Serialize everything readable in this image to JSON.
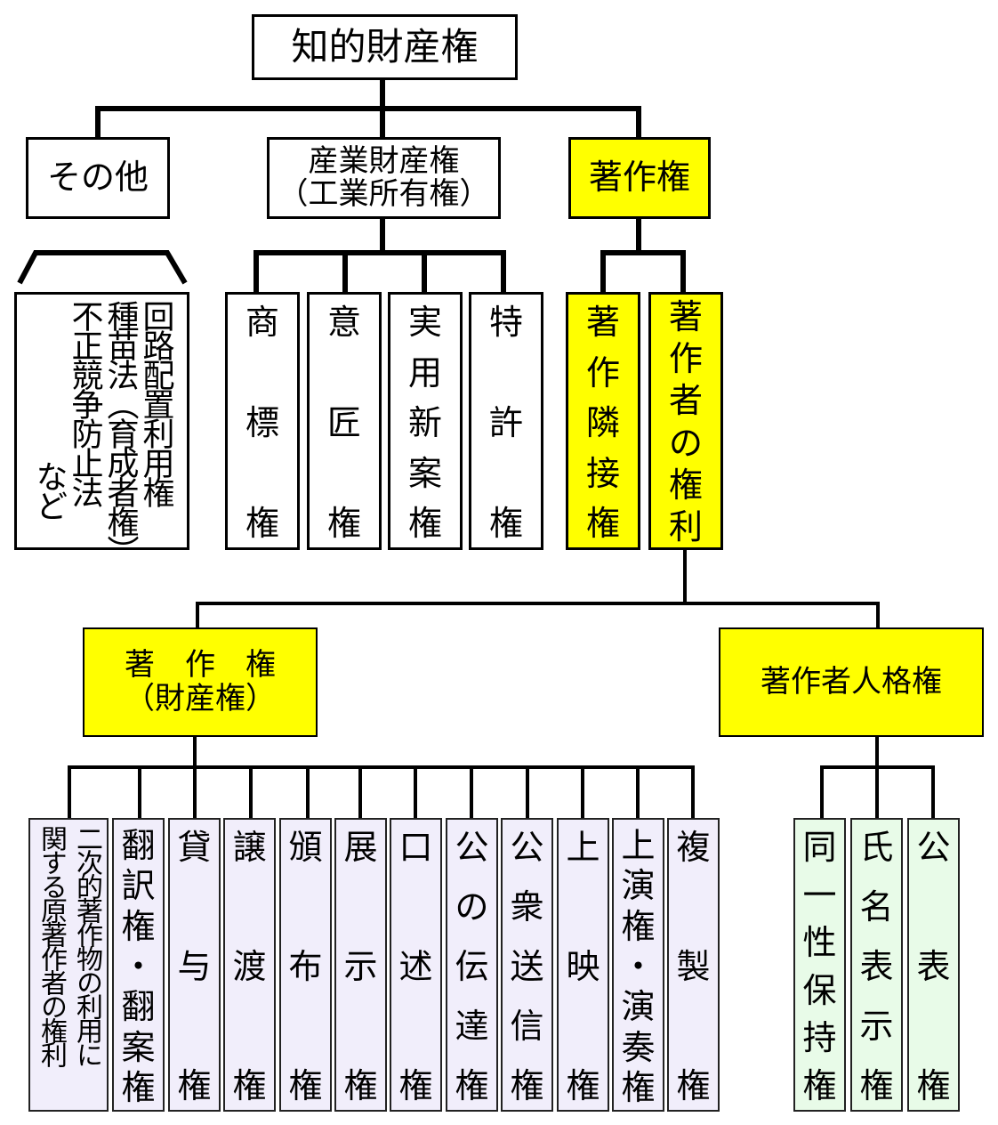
{
  "colors": {
    "line": "#000000",
    "highlight": "#ffff00",
    "economic_rights_fill": "#f1eefb",
    "moral_rights_fill": "#e8fbe8"
  },
  "root": {
    "label": "知的財産権"
  },
  "level1": {
    "other": {
      "label": "その他"
    },
    "industrial": {
      "line1": "産業財産権",
      "line2": "（工業所有権）"
    },
    "copyright": {
      "label": "著作権"
    }
  },
  "other_items": {
    "columns": [
      "回路配置利用権",
      "種苗法（育成者権）",
      "不正競争防止法",
      "など"
    ]
  },
  "industrial_items": [
    {
      "chars": [
        "商",
        "標",
        "権"
      ]
    },
    {
      "chars": [
        "意",
        "匠",
        "権"
      ]
    },
    {
      "chars": [
        "実",
        "用",
        "新",
        "案",
        "権"
      ]
    },
    {
      "chars": [
        "特",
        "許",
        "権"
      ]
    }
  ],
  "copyright_items": {
    "neighboring": {
      "chars": [
        "著",
        "作",
        "隣",
        "接",
        "権"
      ]
    },
    "authors_rights": {
      "chars": [
        "著",
        "作",
        "者",
        "の",
        "権",
        "利"
      ]
    }
  },
  "level3": {
    "economic": {
      "line1": "著　作　権",
      "line2": "（財産権）"
    },
    "moral": {
      "label": "著作者人格権"
    }
  },
  "economic_rights": [
    {
      "columns": [
        "二次的著作物の利用に",
        "関する原著作者の権利"
      ]
    },
    {
      "chars": [
        "翻",
        "訳",
        "権",
        "・",
        "翻",
        "案",
        "権"
      ]
    },
    {
      "chars": [
        "貸",
        "与",
        "権"
      ]
    },
    {
      "chars": [
        "譲",
        "渡",
        "権"
      ]
    },
    {
      "chars": [
        "頒",
        "布",
        "権"
      ]
    },
    {
      "chars": [
        "展",
        "示",
        "権"
      ]
    },
    {
      "chars": [
        "口",
        "述",
        "権"
      ]
    },
    {
      "chars": [
        "公",
        "の",
        "伝",
        "達",
        "権"
      ]
    },
    {
      "chars": [
        "公",
        "衆",
        "送",
        "信",
        "権"
      ]
    },
    {
      "chars": [
        "上",
        "映",
        "権"
      ]
    },
    {
      "chars": [
        "上",
        "演",
        "権",
        "・",
        "演",
        "奏",
        "権"
      ]
    },
    {
      "chars": [
        "複",
        "製",
        "権"
      ]
    }
  ],
  "moral_rights": [
    {
      "chars": [
        "同",
        "一",
        "性",
        "保",
        "持",
        "権"
      ]
    },
    {
      "chars": [
        "氏",
        "名",
        "表",
        "示",
        "権"
      ]
    },
    {
      "chars": [
        "公",
        "表",
        "権"
      ]
    }
  ]
}
